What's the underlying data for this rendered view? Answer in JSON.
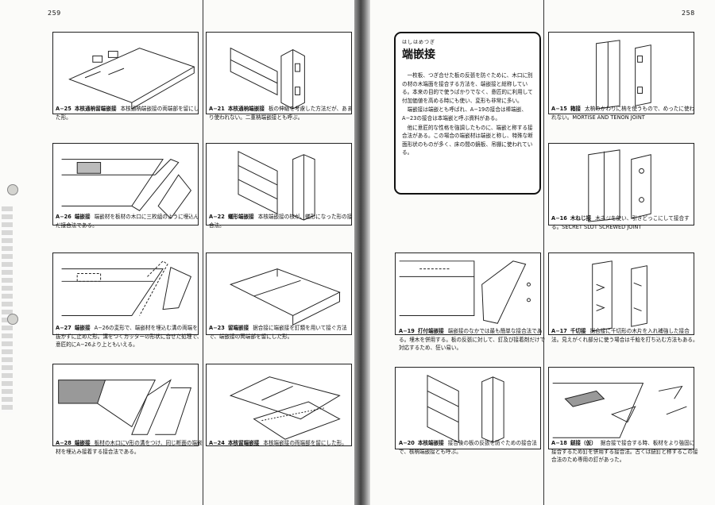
{
  "left_page": {
    "page_number": "259"
  },
  "right_page": {
    "page_number": "258"
  },
  "sidebar": {
    "ruby": "はしはめつぎ",
    "title": "端嵌接",
    "paragraphs": [
      "一枚板、つぎ合せた板の反張を防ぐために、木口に別の材の木端面を接合する方法を、端嵌接と総称している。本来の目的で使うばかりでなく、意匠的に利用して付加価値を高める時にも使い、変形も非常に多い。",
      "端嵌接は端嵌とも呼ばれ、A−19の接合は棒端嵌、A−23の接合は本端嵌と呼ぶ資料がある。",
      "他に意匠的な性格を強調したものに、端嵌と称する接合法がある。この場合の端嵌材は端嵌と称し、特殊な断面形状のものが多く、床の間の鏡板、吊棚に使われている。"
    ]
  },
  "figures": [
    {
      "id": "a25",
      "num": "A−25",
      "name": "本核通枘留端嵌接",
      "text": "本核通枘端嵌接の両端部を留にした形。"
    },
    {
      "id": "a21",
      "num": "A−21",
      "name": "本核通枘端嵌接",
      "text": "板の伸縮を考慮した方法だが、あまり使われない。二重枘端嵌接とも呼ぶ。"
    },
    {
      "id": "a26",
      "num": "A−26",
      "name": "端嵌接",
      "text": "端嵌材を板材の木口に三枚組のように埋込んだ接合法である。"
    },
    {
      "id": "a22",
      "num": "A−22",
      "name": "蟻形端嵌接",
      "text": "本核端嵌接の核が、蟻形になった形の接合法。"
    },
    {
      "id": "a27",
      "num": "A−27",
      "name": "端嵌接",
      "text": "A−26の変形で、端嵌材を埋込む溝の両端を抜かずに止めた形。溝をつくカッターの形状に合せた処理で、意匠的にA−26より上ともいえる。"
    },
    {
      "id": "a23",
      "num": "A−23",
      "name": "留端嵌接",
      "text": "据合接に端嵌接を釘類を用いて接ぐ方法で、端嵌接の両端部を留にした形。"
    },
    {
      "id": "a28",
      "num": "A−28",
      "name": "端嵌接",
      "text": "板材の木口にV形の溝をつけ、同じ断面の端嵌材を埋込み接着する接合法である。"
    },
    {
      "id": "a24",
      "num": "A−24",
      "name": "本核留端嵌接",
      "text": "本核端嵌接の両端部を留にした形。"
    },
    {
      "id": "a15",
      "num": "A−15",
      "name": "箱接",
      "text": "太枘のかわりに枘を使うもので、めったに使われない。MORTISE AND TENON JOINT"
    },
    {
      "id": "a16",
      "num": "A−16",
      "name": "木ねじ接",
      "text": "木ネジを使い、引きどっこにして接合する。SECRET SLOT SCREWED JOINT"
    },
    {
      "id": "a19",
      "num": "A−19",
      "name": "打付端嵌接",
      "text": "端嵌接のなかでは最も簡単な接合法である。埋木を併用する。板の反張に対して、釘及び接着剤だけで対応するため、狂い易い。"
    },
    {
      "id": "a17",
      "num": "A−17",
      "name": "千切接",
      "text": "据合接に千切形の木片を入れ補強した接合法。見えがくれ部分に使う場合は千鯰を打ち込む方法もある。"
    },
    {
      "id": "a20",
      "num": "A−20",
      "name": "本核端嵌接",
      "text": "接合後の板の反張を防ぐための接合法で、核枘端嵌接とも呼ぶ。"
    },
    {
      "id": "a18",
      "num": "A−18",
      "name": "鎹接（仮）",
      "text": "据合接で接合する時、板材をより強固に接合するため釘を併用する接合法。古くは鎹釘と称するこの接合法のため専用の釘があった。"
    }
  ]
}
